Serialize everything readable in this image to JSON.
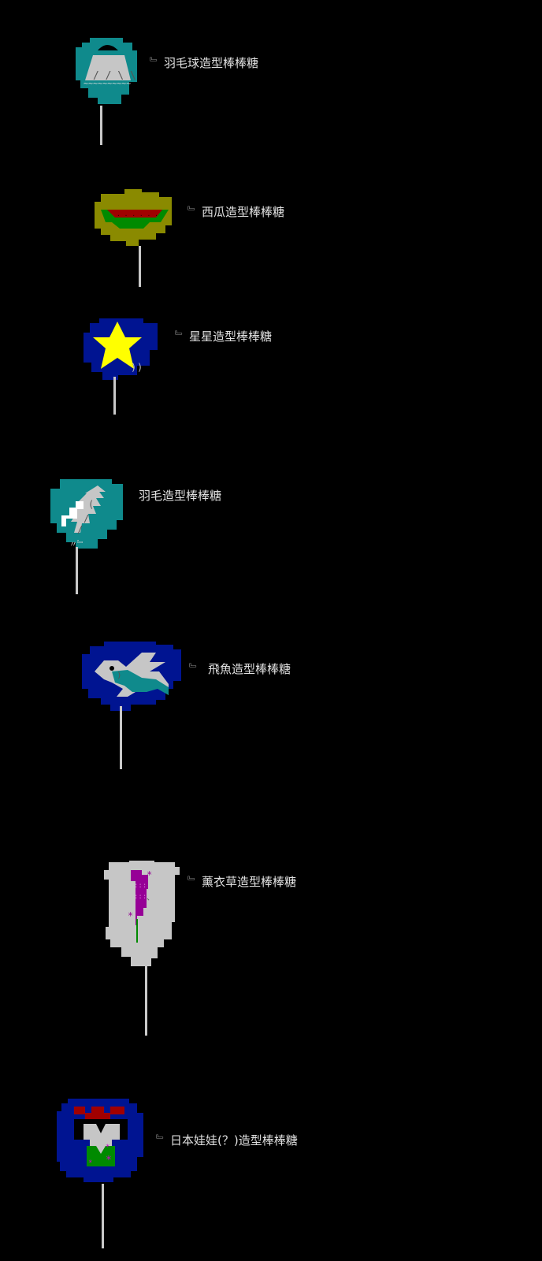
{
  "colors": {
    "background": "#000000",
    "teal": "#0f8a8c",
    "olive": "#8a8a00",
    "navy": "#001491",
    "silver": "#c6c6c6",
    "yellow": "#ffff00",
    "red": "#a00000",
    "green": "#008a00",
    "purple": "#960096",
    "white": "#ffffff",
    "stick": "#c9c9c9"
  },
  "lollipops": [
    {
      "label": "羽毛球造型棒棒糖",
      "icon": "shuttlecock-icon",
      "mark": "﹄"
    },
    {
      "label": "西瓜造型棒棒糖",
      "icon": "watermelon-icon",
      "mark": "﹄"
    },
    {
      "label": "星星造型棒棒糖",
      "icon": "star-icon",
      "mark": "﹄"
    },
    {
      "label": "羽毛造型棒棒糖",
      "icon": "feather-icon",
      "mark": ""
    },
    {
      "label": "飛魚造型棒棒糖",
      "icon": "flying-fish-icon",
      "mark": "﹄"
    },
    {
      "label": "薰衣草造型棒棒糖",
      "icon": "lavender-icon",
      "mark": "﹄"
    },
    {
      "label": "日本娃娃(？)造型棒棒糖",
      "icon": "japanese-doll-icon",
      "mark": "﹄"
    }
  ]
}
